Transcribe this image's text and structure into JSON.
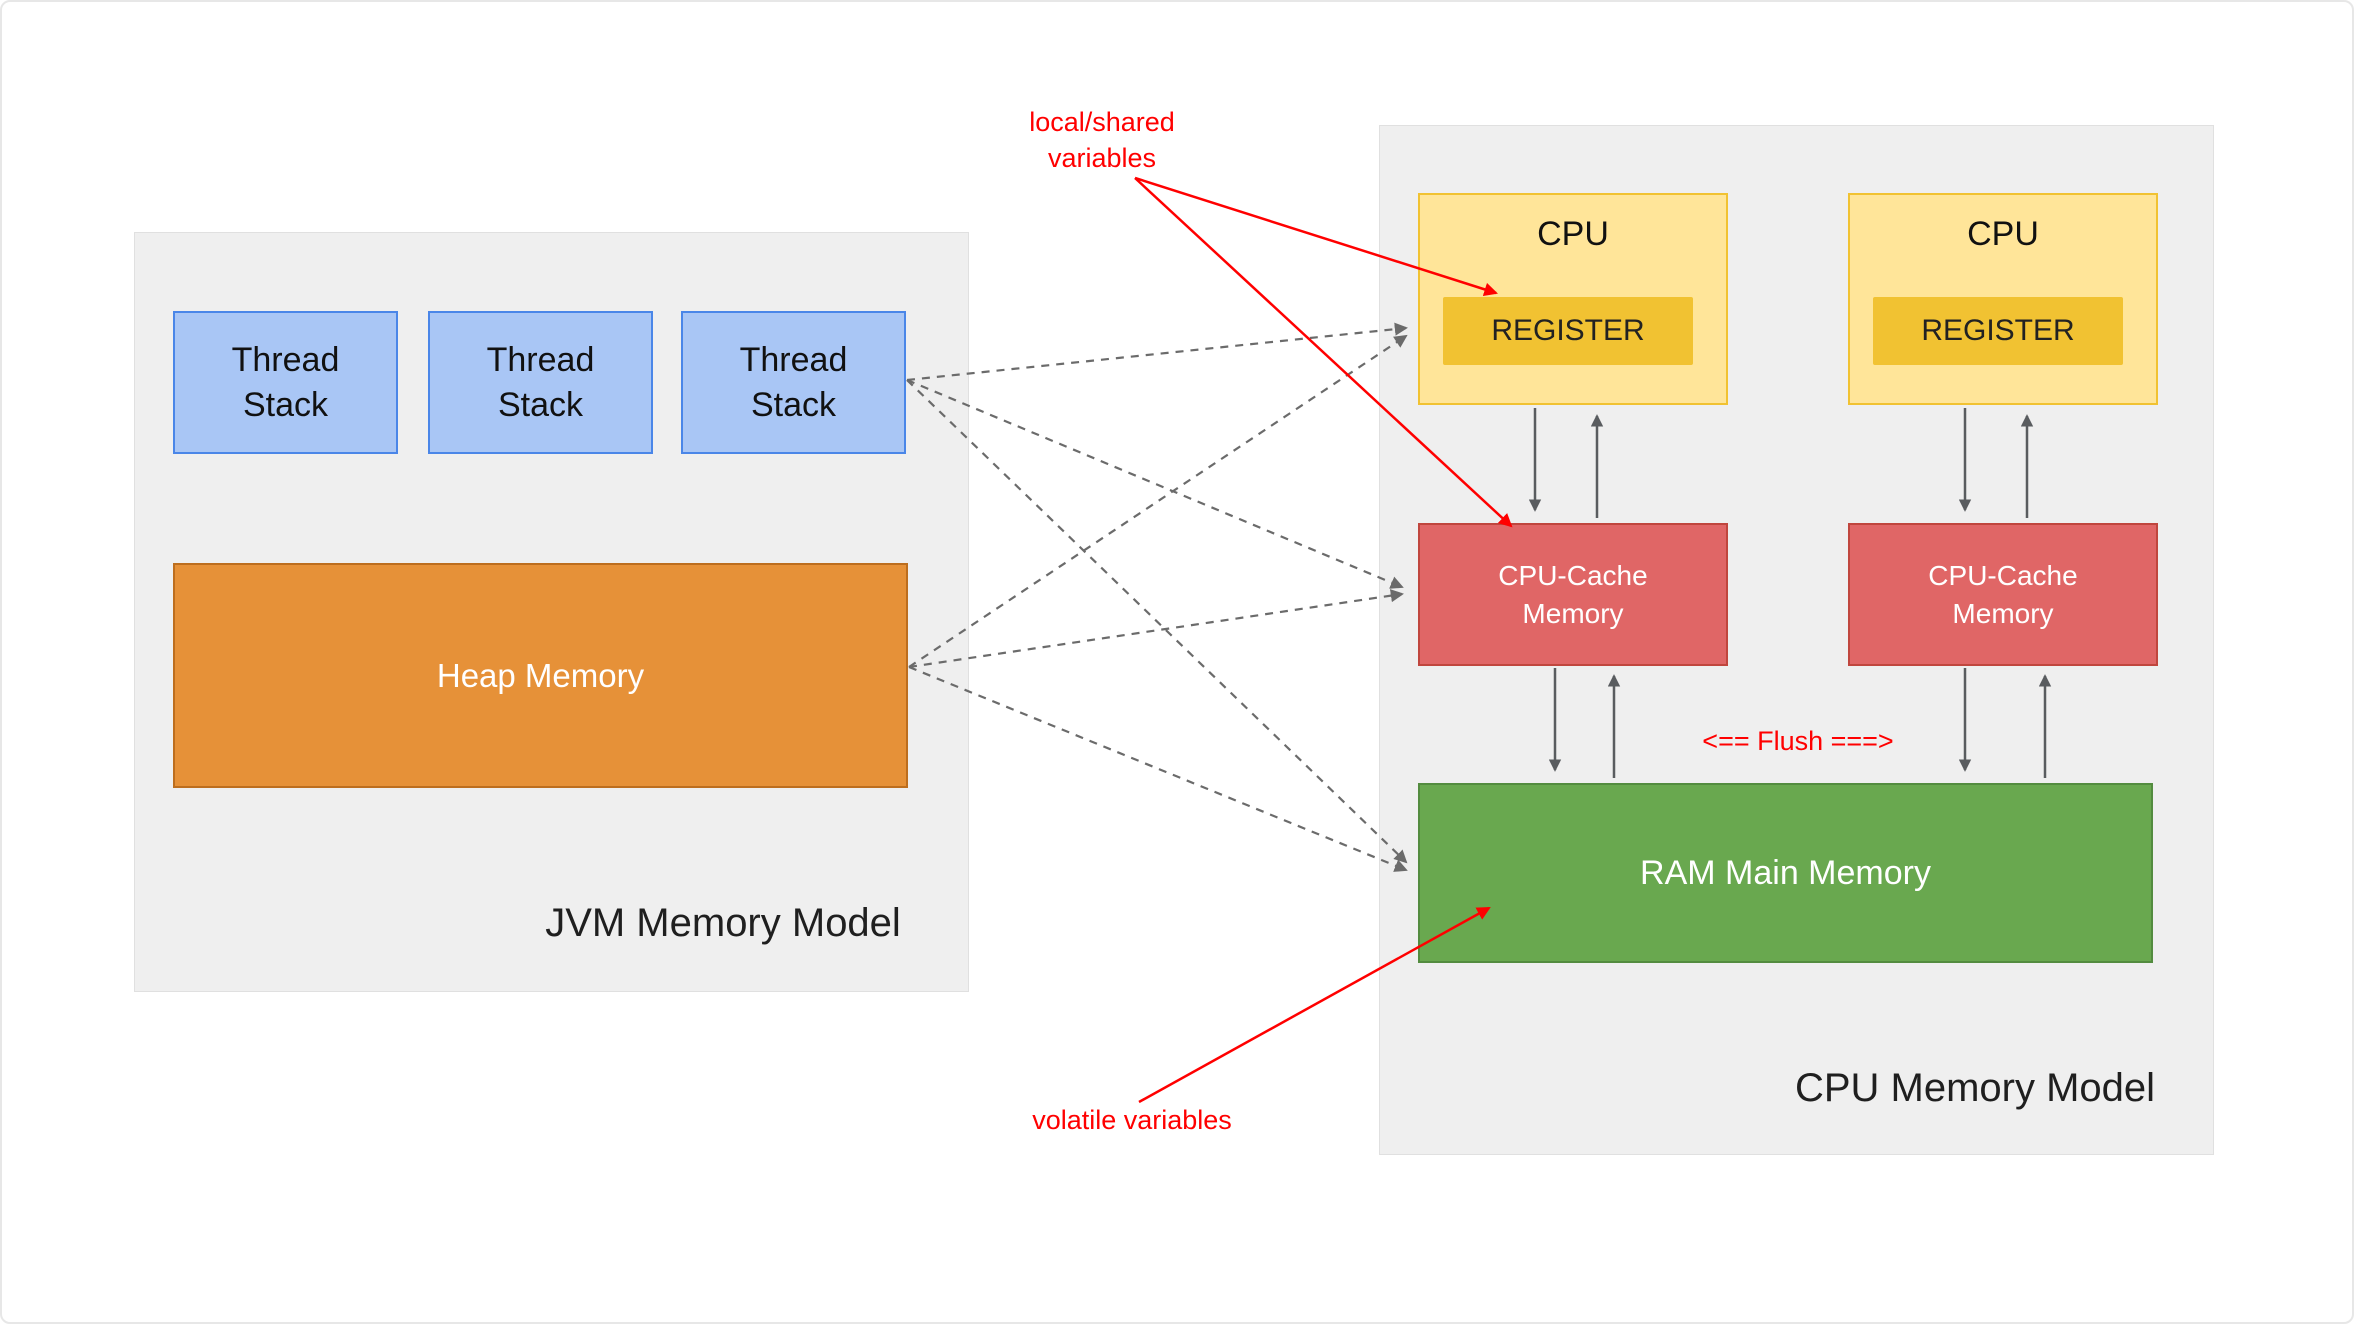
{
  "jvm_panel": {
    "label": "JVM Memory Model",
    "thread_stacks": [
      {
        "label": "Thread\nStack"
      },
      {
        "label": "Thread\nStack"
      },
      {
        "label": "Thread\nStack"
      }
    ],
    "heap_label": "Heap Memory"
  },
  "cpu_panel": {
    "label": "CPU Memory Model",
    "cpu1": {
      "label": "CPU",
      "register": "REGISTER"
    },
    "cpu2": {
      "label": "CPU",
      "register": "REGISTER"
    },
    "cache1": "CPU-Cache\nMemory",
    "cache2": "CPU-Cache\nMemory",
    "ram_label": "RAM Main Memory",
    "flush_label": "<== Flush ===>"
  },
  "annotations": {
    "local_shared": "local/shared\nvariables",
    "volatile": "volatile variables"
  },
  "colors": {
    "panel_bg": "#efefef",
    "thread_stack_fill": "#a9c6f5",
    "thread_stack_border": "#4a86e8",
    "heap_fill": "#e69138",
    "cpu_fill": "#ffe599",
    "register_fill": "#f1c232",
    "cache_fill": "#e06666",
    "ram_fill": "#69a84f",
    "annotation_red": "#ff0000",
    "dashed_arrow_gray": "#6b6b6b",
    "solid_arrow_gray": "#595c5f"
  }
}
